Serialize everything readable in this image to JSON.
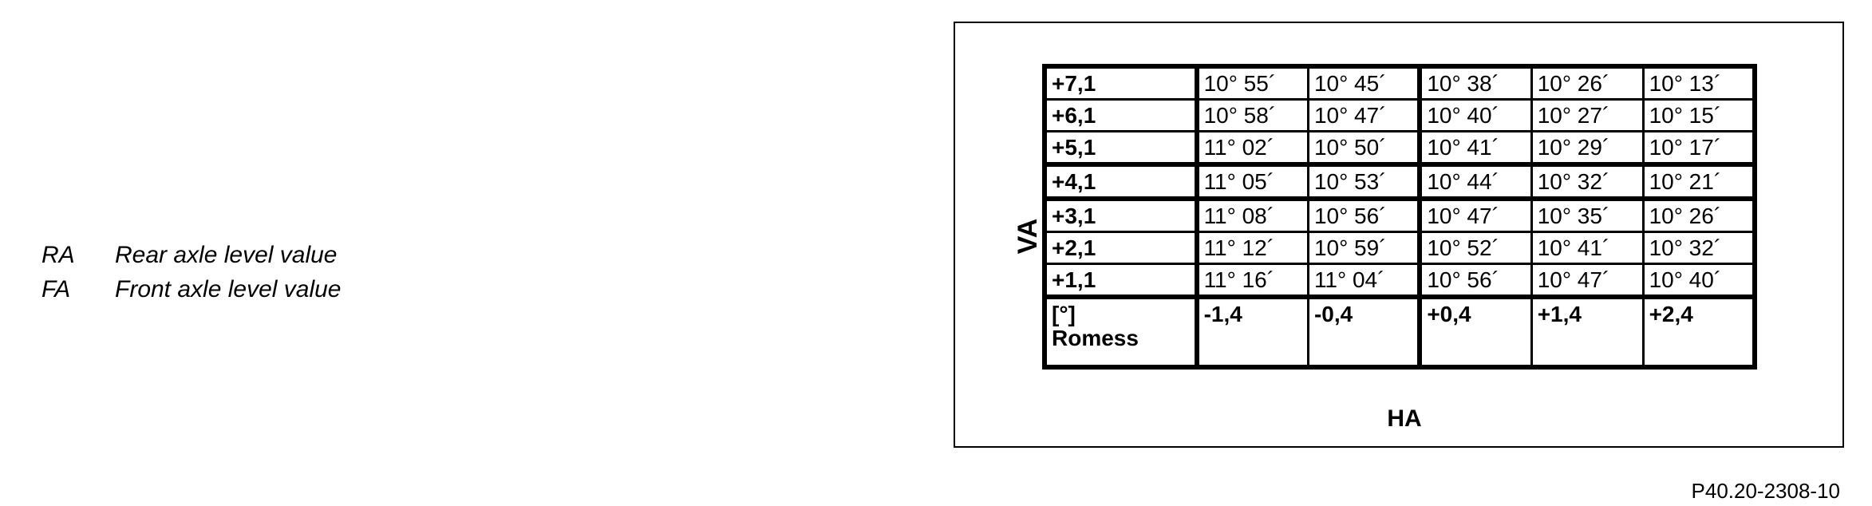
{
  "legend": [
    {
      "abbr": "RA",
      "text": "Rear axle level value"
    },
    {
      "abbr": "FA",
      "text": "Front axle level value"
    }
  ],
  "table": {
    "va_axis_label": "VA",
    "ha_axis_label": "HA",
    "rows": [
      {
        "va": "+7,1",
        "cells": [
          "10° 55´",
          "10° 45´",
          "10° 38´",
          "10° 26´",
          "10° 13´"
        ]
      },
      {
        "va": "+6,1",
        "cells": [
          "10° 58´",
          "10° 47´",
          "10° 40´",
          "10° 27´",
          "10° 15´"
        ]
      },
      {
        "va": "+5,1",
        "cells": [
          "11° 02´",
          "10° 50´",
          "10° 41´",
          "10° 29´",
          "10° 17´"
        ]
      },
      {
        "va": "+4,1",
        "cells": [
          "11° 05´",
          "10° 53´",
          "10° 44´",
          "10° 32´",
          "10° 21´"
        ]
      },
      {
        "va": "+3,1",
        "cells": [
          "11° 08´",
          "10° 56´",
          "10° 47´",
          "10° 35´",
          "10° 26´"
        ]
      },
      {
        "va": "+2,1",
        "cells": [
          "11° 12´",
          "10° 59´",
          "10° 52´",
          "10° 41´",
          "10° 32´"
        ]
      },
      {
        "va": "+1,1",
        "cells": [
          "11° 16´",
          "11° 04´",
          "10° 56´",
          "10° 47´",
          "10° 40´"
        ]
      }
    ],
    "footer": {
      "unit": "[°]",
      "source": "Romess",
      "ha_values": [
        "-1,4",
        "-0,4",
        "+0,4",
        "+1,4",
        "+2,4"
      ]
    }
  },
  "reference_code": "P40.20-2308-10"
}
